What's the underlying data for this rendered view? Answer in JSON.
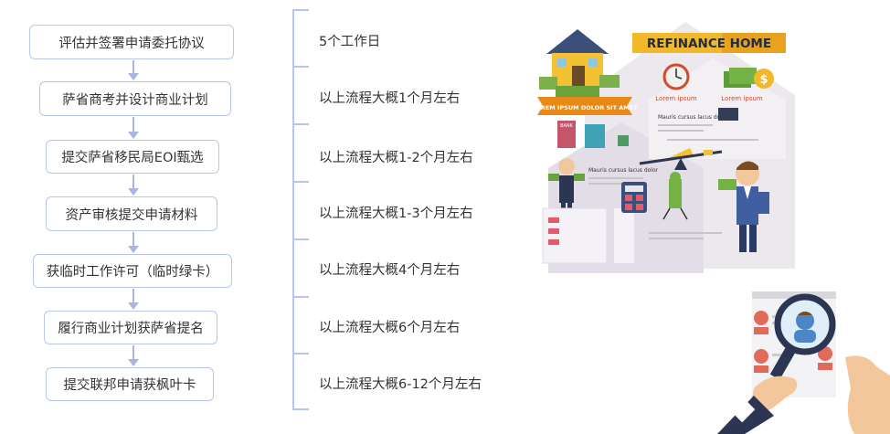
{
  "flow": {
    "steps": [
      "评估并签署申请委托协议",
      "萨省商考并设计商业计划",
      "提交萨省移民局EOI甄选",
      "资产审核提交申请材料",
      "获临时工作许可（临时绿卡）",
      "履行商业计划获萨省提名",
      "提交联邦申请获枫叶卡"
    ],
    "durations": [
      "5个工作日",
      "以上流程大概1个月左右",
      "以上流程大概1-2个月左右",
      "以上流程大概1-3个月左右",
      "以上流程大概4个月左右",
      "以上流程大概6个月左右",
      "以上流程大概6-12个月左右"
    ]
  },
  "illustration": {
    "title": "REFINANCE HOME",
    "banner": "LOREM IPSUM DOLOR SIT AMET",
    "captions": [
      "Lorem ipsum",
      "Lorem ipsum",
      "Mauris cursus lacus dolor",
      "Mauris cursus lacus dolor"
    ],
    "bank_label": "BANK"
  },
  "colors": {
    "border": "#b9c6ec",
    "text": "#333333",
    "accent_orange": "#f0a020",
    "accent_green": "#5aa02c"
  }
}
